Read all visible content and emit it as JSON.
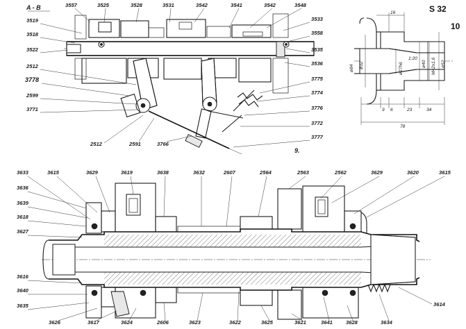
{
  "sheet": {
    "code": "S 32",
    "number": "10"
  },
  "top_view": {
    "section_label": "A - B",
    "callouts_left": [
      {
        "key": "3519",
        "text": "3519"
      },
      {
        "key": "3518",
        "text": "3518"
      },
      {
        "key": "3522",
        "text": "3522"
      },
      {
        "key": "2512a",
        "text": "2512"
      },
      {
        "key": "3778",
        "text": "3778"
      },
      {
        "key": "2599",
        "text": "2599"
      },
      {
        "key": "3771",
        "text": "3771"
      }
    ],
    "callouts_top": [
      {
        "key": "3557",
        "text": "3557"
      },
      {
        "key": "3525",
        "text": "3525"
      },
      {
        "key": "3528",
        "text": "3528"
      },
      {
        "key": "3531",
        "text": "3531"
      },
      {
        "key": "3542a",
        "text": "3542"
      },
      {
        "key": "3541",
        "text": "3541"
      },
      {
        "key": "3542b",
        "text": "3542"
      },
      {
        "key": "3548",
        "text": "3548"
      }
    ],
    "callouts_right": [
      {
        "key": "3533",
        "text": "3533"
      },
      {
        "key": "3558",
        "text": "3558"
      },
      {
        "key": "3535",
        "text": "3535"
      },
      {
        "key": "3536",
        "text": "3536"
      },
      {
        "key": "3775",
        "text": "3775"
      },
      {
        "key": "3774",
        "text": "3774"
      },
      {
        "key": "3776",
        "text": "3776"
      },
      {
        "key": "3772",
        "text": "3772"
      },
      {
        "key": "3777",
        "text": "3777"
      }
    ],
    "callouts_bottom": [
      {
        "key": "2512b",
        "text": "2512"
      },
      {
        "key": "2591",
        "text": "2591"
      },
      {
        "key": "3766",
        "text": "3766"
      }
    ],
    "view_number": "9."
  },
  "detail_view": {
    "dims": {
      "d16": "16",
      "d84": "ø84",
      "d32": "ø32",
      "d27": "ø27h6",
      "ratio": "1:20",
      "d40": "ø40",
      "m": "M42x1,6",
      "d52": "ø52",
      "d9": "9",
      "d6": "6",
      "d23": "23",
      "d34": "34",
      "d78": "78"
    }
  },
  "bottom_view": {
    "callouts_top": [
      {
        "key": "3633",
        "text": "3633"
      },
      {
        "key": "3615a",
        "text": "3615"
      },
      {
        "key": "3629a",
        "text": "3629"
      },
      {
        "key": "3619",
        "text": "3619"
      },
      {
        "key": "3638",
        "text": "3638"
      },
      {
        "key": "3632",
        "text": "3632"
      },
      {
        "key": "2607",
        "text": "2607"
      },
      {
        "key": "2564",
        "text": "2564"
      },
      {
        "key": "2563",
        "text": "2563"
      },
      {
        "key": "2562",
        "text": "2562"
      },
      {
        "key": "3629b",
        "text": "3629"
      },
      {
        "key": "3620",
        "text": "3620"
      },
      {
        "key": "3615b",
        "text": "3615"
      }
    ],
    "callouts_left": [
      {
        "key": "3636",
        "text": "3636"
      },
      {
        "key": "3639",
        "text": "3639"
      },
      {
        "key": "3618",
        "text": "3618"
      },
      {
        "key": "3627",
        "text": "3627"
      },
      {
        "key": "3616",
        "text": "3616"
      },
      {
        "key": "3640",
        "text": "3640"
      },
      {
        "key": "3635",
        "text": "3635"
      }
    ],
    "callouts_bottom": [
      {
        "key": "3626",
        "text": "3626"
      },
      {
        "key": "3617",
        "text": "3617"
      },
      {
        "key": "3624",
        "text": "3624"
      },
      {
        "key": "2606",
        "text": "2606"
      },
      {
        "key": "3623",
        "text": "3623"
      },
      {
        "key": "3622",
        "text": "3622"
      },
      {
        "key": "3625",
        "text": "3625"
      },
      {
        "key": "3621",
        "text": "3621"
      },
      {
        "key": "3641",
        "text": "3641"
      },
      {
        "key": "3628",
        "text": "3628"
      },
      {
        "key": "3634",
        "text": "3634"
      }
    ],
    "callouts_right": [
      {
        "key": "3614",
        "text": "3614"
      }
    ]
  }
}
